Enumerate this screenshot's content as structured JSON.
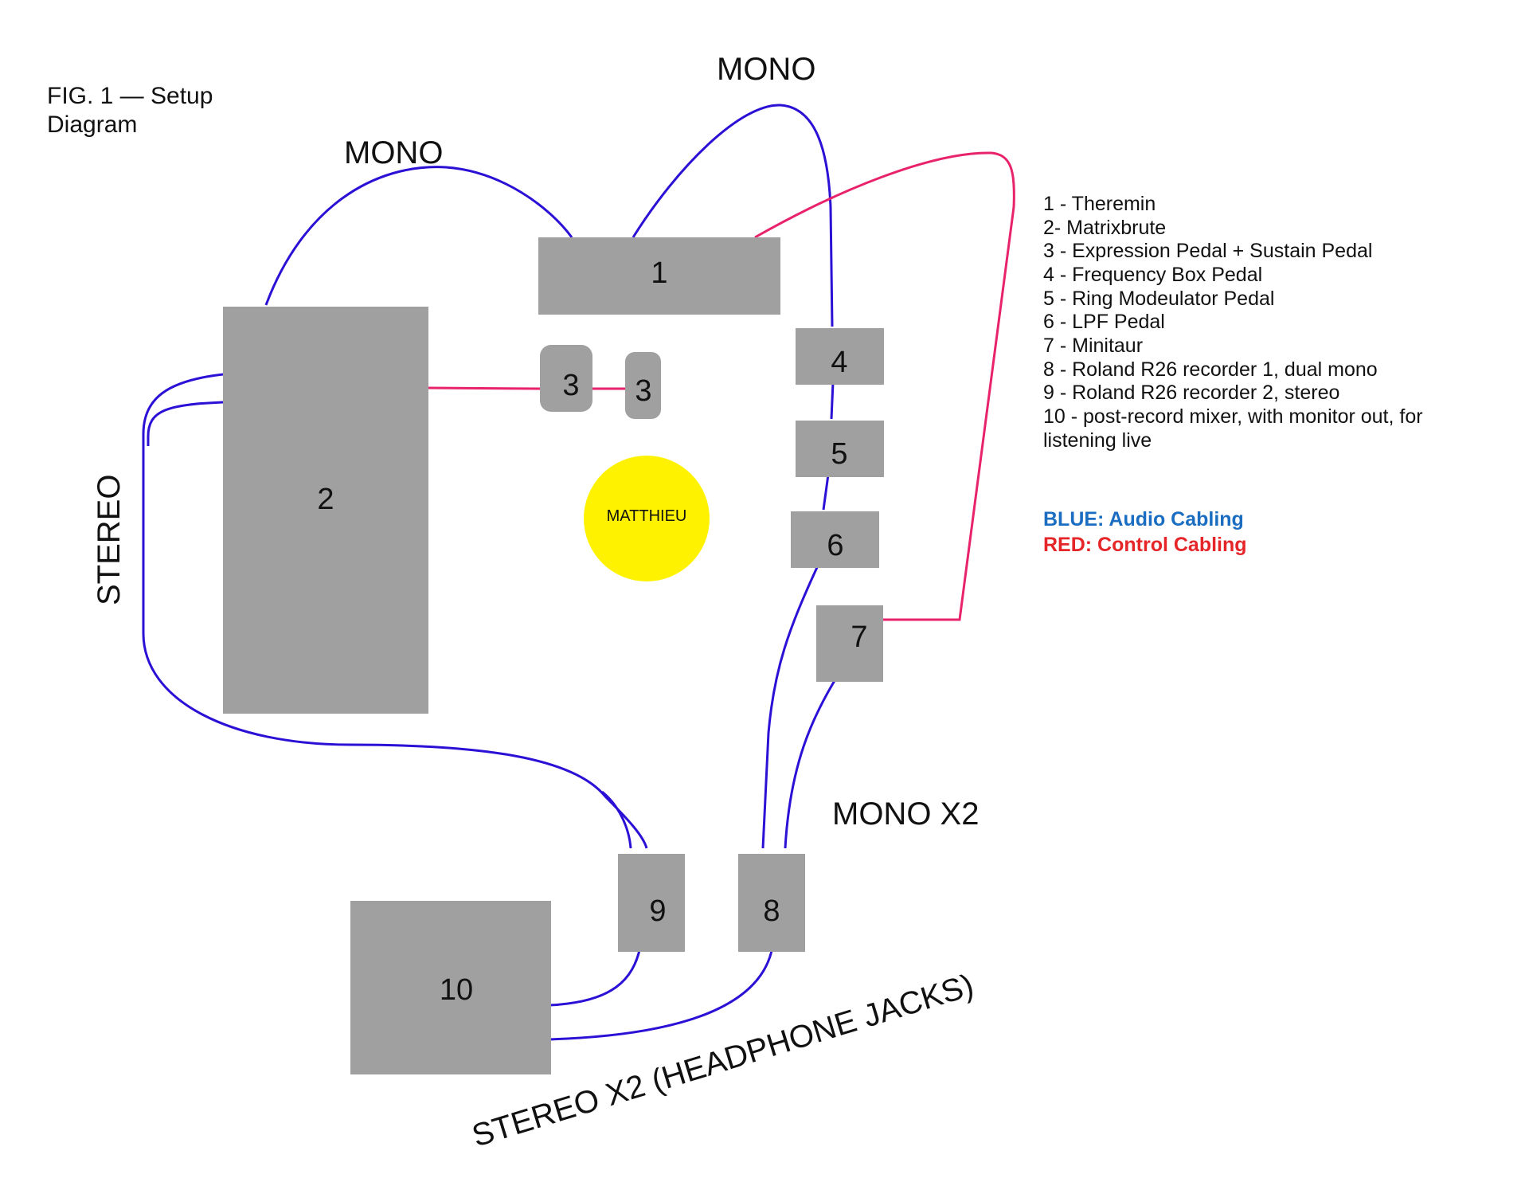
{
  "figure": {
    "title_line1": "FIG. 1 — Setup",
    "title_line2": "Diagram"
  },
  "colors": {
    "audio_cable": "#2b10d6",
    "control_cable": "#e8226b",
    "equipment_box": "#a0a0a0",
    "person": "#fef200",
    "key_blue": "#1a6dc0",
    "key_red": "#e52528"
  },
  "cable_labels": {
    "mono_top": "MONO",
    "mono_left": "MONO",
    "stereo": "STEREO",
    "mono_x2": "MONO X2",
    "stereo_x2": "STEREO X2 (HEADPHONE JACKS)"
  },
  "boxes": {
    "theremin": "1",
    "matrixbrute": "2",
    "expression_pedal": "3",
    "sustain_pedal": "3",
    "frequency_box": "4",
    "ring_modulator": "5",
    "lpf": "6",
    "minitaur": "7",
    "recorder_1": "8",
    "recorder_2": "9",
    "mixer": "10"
  },
  "person": {
    "name": "MATTHIEU"
  },
  "legend": {
    "items": [
      "1 - Theremin",
      "2- Matrixbrute",
      "3 - Expression Pedal + Sustain Pedal",
      "4 - Frequency Box Pedal",
      "5 - Ring Modeulator Pedal",
      "6 - LPF Pedal",
      "7 - Minitaur",
      "8 - Roland R26 recorder 1, dual mono",
      "9 - Roland R26 recorder 2, stereo",
      "10 - post-record mixer, with monitor out, for",
      "listening live"
    ]
  },
  "key": {
    "blue": "BLUE: Audio Cabling",
    "red": "RED: Control Cabling"
  }
}
